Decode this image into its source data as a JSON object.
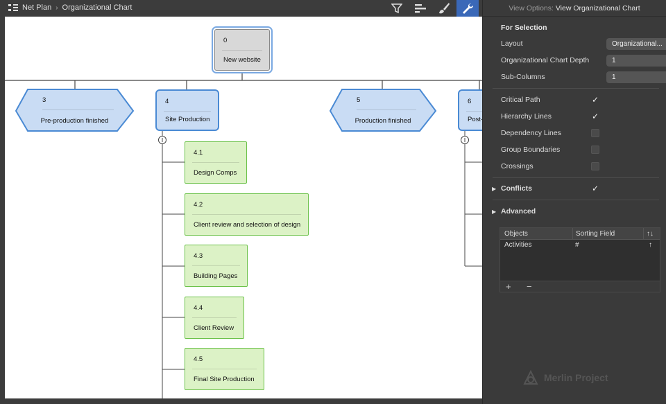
{
  "breadcrumb": {
    "root": "Net Plan",
    "current": "Organizational Chart"
  },
  "toolbar": {
    "icons": [
      "filter-icon",
      "gantt-icon",
      "brush-icon",
      "wrench-icon"
    ],
    "active": "wrench-icon"
  },
  "chart": {
    "root": {
      "num": "0",
      "label": "New website"
    },
    "level1": [
      {
        "num": "3",
        "label": "Pre-production finished",
        "shape": "hexagon"
      },
      {
        "num": "4",
        "label": "Site Production",
        "shape": "rect"
      },
      {
        "num": "5",
        "label": "Production finished",
        "shape": "hexagon"
      },
      {
        "num": "6",
        "label": "Post-",
        "shape": "rect"
      }
    ],
    "children": [
      {
        "num": "4.1",
        "label": "Design Comps"
      },
      {
        "num": "4.2",
        "label": "Client review and selection of design"
      },
      {
        "num": "4.3",
        "label": "Building Pages"
      },
      {
        "num": "4.4",
        "label": "Client Review"
      },
      {
        "num": "4.5",
        "label": "Final Site Production"
      }
    ]
  },
  "sidebar": {
    "header_prefix": "View Options:",
    "header_title": "View Organizational Chart",
    "for_selection": "For Selection",
    "layout_label": "Layout",
    "layout_value": "Organizational...",
    "depth_label": "Organizational Chart Depth",
    "depth_value": "1",
    "subcolumns_label": "Sub-Columns",
    "subcolumns_value": "1",
    "options": [
      {
        "label": "Critical Path",
        "checked": true
      },
      {
        "label": "Hierarchy Lines",
        "checked": true
      },
      {
        "label": "Dependency Lines",
        "checked": false
      },
      {
        "label": "Group Boundaries",
        "checked": false
      },
      {
        "label": "Crossings",
        "checked": false
      }
    ],
    "conflicts_label": "Conflicts",
    "conflicts_checked": true,
    "advanced_label": "Advanced",
    "table": {
      "col_objects": "Objects",
      "col_sorting": "Sorting Field",
      "col_order": "↑↓",
      "rows": [
        {
          "object": "Activities",
          "field": "#",
          "order": "↑"
        }
      ],
      "add": "+",
      "remove": "−"
    }
  },
  "brand": "Merlin Project",
  "colors": {
    "accent": "#3a68b8",
    "green_node": "#dcf2c6",
    "blue_node": "#c9dcf4"
  }
}
